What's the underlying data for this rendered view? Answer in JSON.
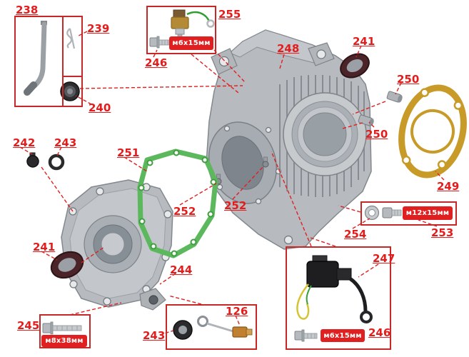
{
  "labels": {
    "l238": "238",
    "l239": "239",
    "l240": "240",
    "l241_top": "241",
    "l241_left": "241",
    "l242": "242",
    "l243_left": "243",
    "l243_bottom": "243",
    "l244": "244",
    "l245": "245",
    "l246_top": "246",
    "l246_bottom": "246",
    "l247": "247",
    "l248": "248",
    "l249": "249",
    "l250_top": "250",
    "l250_mid": "250",
    "l251": "251",
    "l252_left": "252",
    "l252_right": "252",
    "l253": "253",
    "l254": "254",
    "l255": "255",
    "l126": "126"
  },
  "badges": {
    "m6x15_top": "м6х15мм",
    "m6x15_bottom": "м6х15мм",
    "m8x38": "м8х38мм",
    "m12x15": "м12х15мм"
  },
  "colors": {
    "label_red": "#e51c1c",
    "badge_bg": "#e02020",
    "badge_text": "#ffffff",
    "box_border": "#c62828",
    "leader_line": "#e02020",
    "metal_gray": "#b7bbbf",
    "gasket_green": "#5cb85c",
    "gasket_gold": "#c89a28",
    "seal_dark": "#4a2428"
  }
}
